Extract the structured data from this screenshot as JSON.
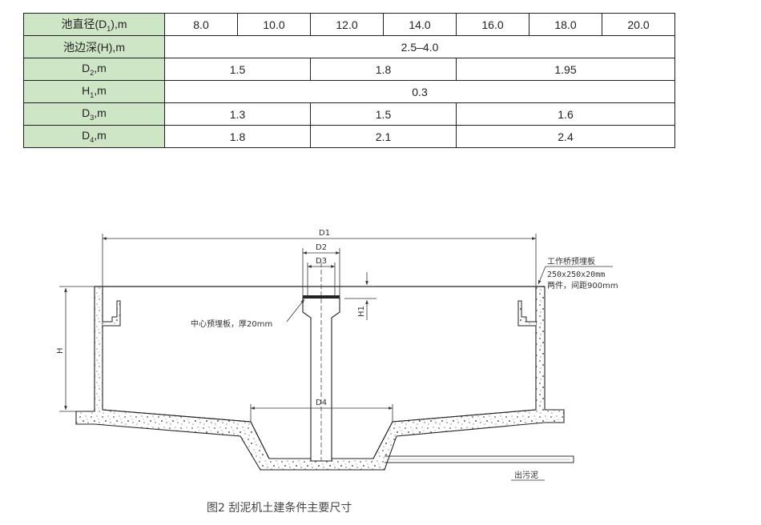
{
  "table": {
    "rows": [
      {
        "label_main": "池直径(D",
        "label_sub": "1",
        "label_tail": "),m",
        "cells": [
          {
            "text": "8.0",
            "span": 1
          },
          {
            "text": "10.0",
            "span": 1
          },
          {
            "text": "12.0",
            "span": 1
          },
          {
            "text": "14.0",
            "span": 1
          },
          {
            "text": "16.0",
            "span": 1
          },
          {
            "text": "18.0",
            "span": 1
          },
          {
            "text": "20.0",
            "span": 1
          }
        ]
      },
      {
        "label_main": "池边深(H),m",
        "label_sub": "",
        "label_tail": "",
        "cells": [
          {
            "text": "2.5–4.0",
            "span": 7
          }
        ]
      },
      {
        "label_main": "D",
        "label_sub": "2",
        "label_tail": ",m",
        "cells": [
          {
            "text": "1.5",
            "span": 2
          },
          {
            "text": "1.8",
            "span": 2
          },
          {
            "text": "1.95",
            "span": 3
          }
        ]
      },
      {
        "label_main": "H",
        "label_sub": "1",
        "label_tail": ",m",
        "cells": [
          {
            "text": "0.3",
            "span": 7
          }
        ]
      },
      {
        "label_main": "D",
        "label_sub": "3",
        "label_tail": ",m",
        "cells": [
          {
            "text": "1.3",
            "span": 2
          },
          {
            "text": "1.5",
            "span": 2
          },
          {
            "text": "1.6",
            "span": 3
          }
        ]
      },
      {
        "label_main": "D",
        "label_sub": "4",
        "label_tail": ",m",
        "cells": [
          {
            "text": "1.8",
            "span": 2
          },
          {
            "text": "2.1",
            "span": 2
          },
          {
            "text": "2.4",
            "span": 3
          }
        ]
      }
    ]
  },
  "diagram": {
    "labels": {
      "d1": "D1",
      "d2": "D2",
      "d3": "D3",
      "d4": "D4",
      "h": "H",
      "h1": "H1",
      "center_plate": "中心预埋板，厚20mm",
      "bridge_plate": "工作桥预埋板",
      "bridge_size": "250x250x20mm",
      "bridge_count": "两件，间距900mm",
      "sludge_outlet": "出污泥"
    },
    "caption": "图2  刮泥机土建条件主要尺寸"
  }
}
